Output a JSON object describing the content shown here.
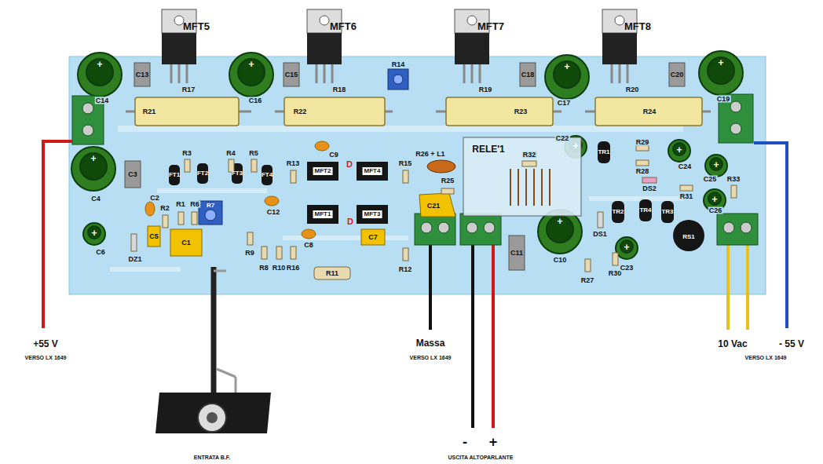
{
  "diagram": {
    "labels": [
      "MFT5",
      "MFT6",
      "MFT7",
      "MFT8",
      "C13",
      "C14",
      "R17",
      "C16",
      "C15",
      "R18",
      "R14",
      "R19",
      "C18",
      "C17",
      "R20",
      "C20",
      "C19",
      "R21",
      "R22",
      "R23",
      "R24",
      "R3",
      "R4",
      "R5",
      "C9",
      "R13",
      "MFT2",
      "MFT4",
      "R15",
      "R26 + L1",
      "RELE'1",
      "R32",
      "C22",
      "TR1",
      "R29",
      "R28",
      "C24",
      "C25",
      "DS2",
      "R31",
      "R33",
      "C4",
      "C3",
      "FT1",
      "FT2",
      "FT3",
      "FT4",
      "C2",
      "R2",
      "R1",
      "R6",
      "R7",
      "C12",
      "D",
      "D",
      "MFT1",
      "MFT3",
      "C21",
      "R25",
      "TR2",
      "TR4",
      "TR3",
      "C26",
      "C5",
      "DZ1",
      "C1",
      "R9",
      "C8",
      "C7",
      "R8",
      "R10",
      "R16",
      "R11",
      "R12",
      "C11",
      "C10",
      "R30",
      "DS1",
      "C23",
      "RS1",
      "C6",
      "R27",
      "+55 V",
      "VERSO LX 1649",
      "Massa",
      "VERSO LX 1649",
      "10 Vac",
      "- 55 V",
      "VERSO LX 1649",
      "-",
      "+",
      "ENTRATA B.F.",
      "USCITA ALTOPARLANTE",
      "+",
      "+",
      "+",
      "+",
      "+",
      "+",
      "+",
      "+",
      "+",
      "+",
      "+",
      "+"
    ]
  }
}
